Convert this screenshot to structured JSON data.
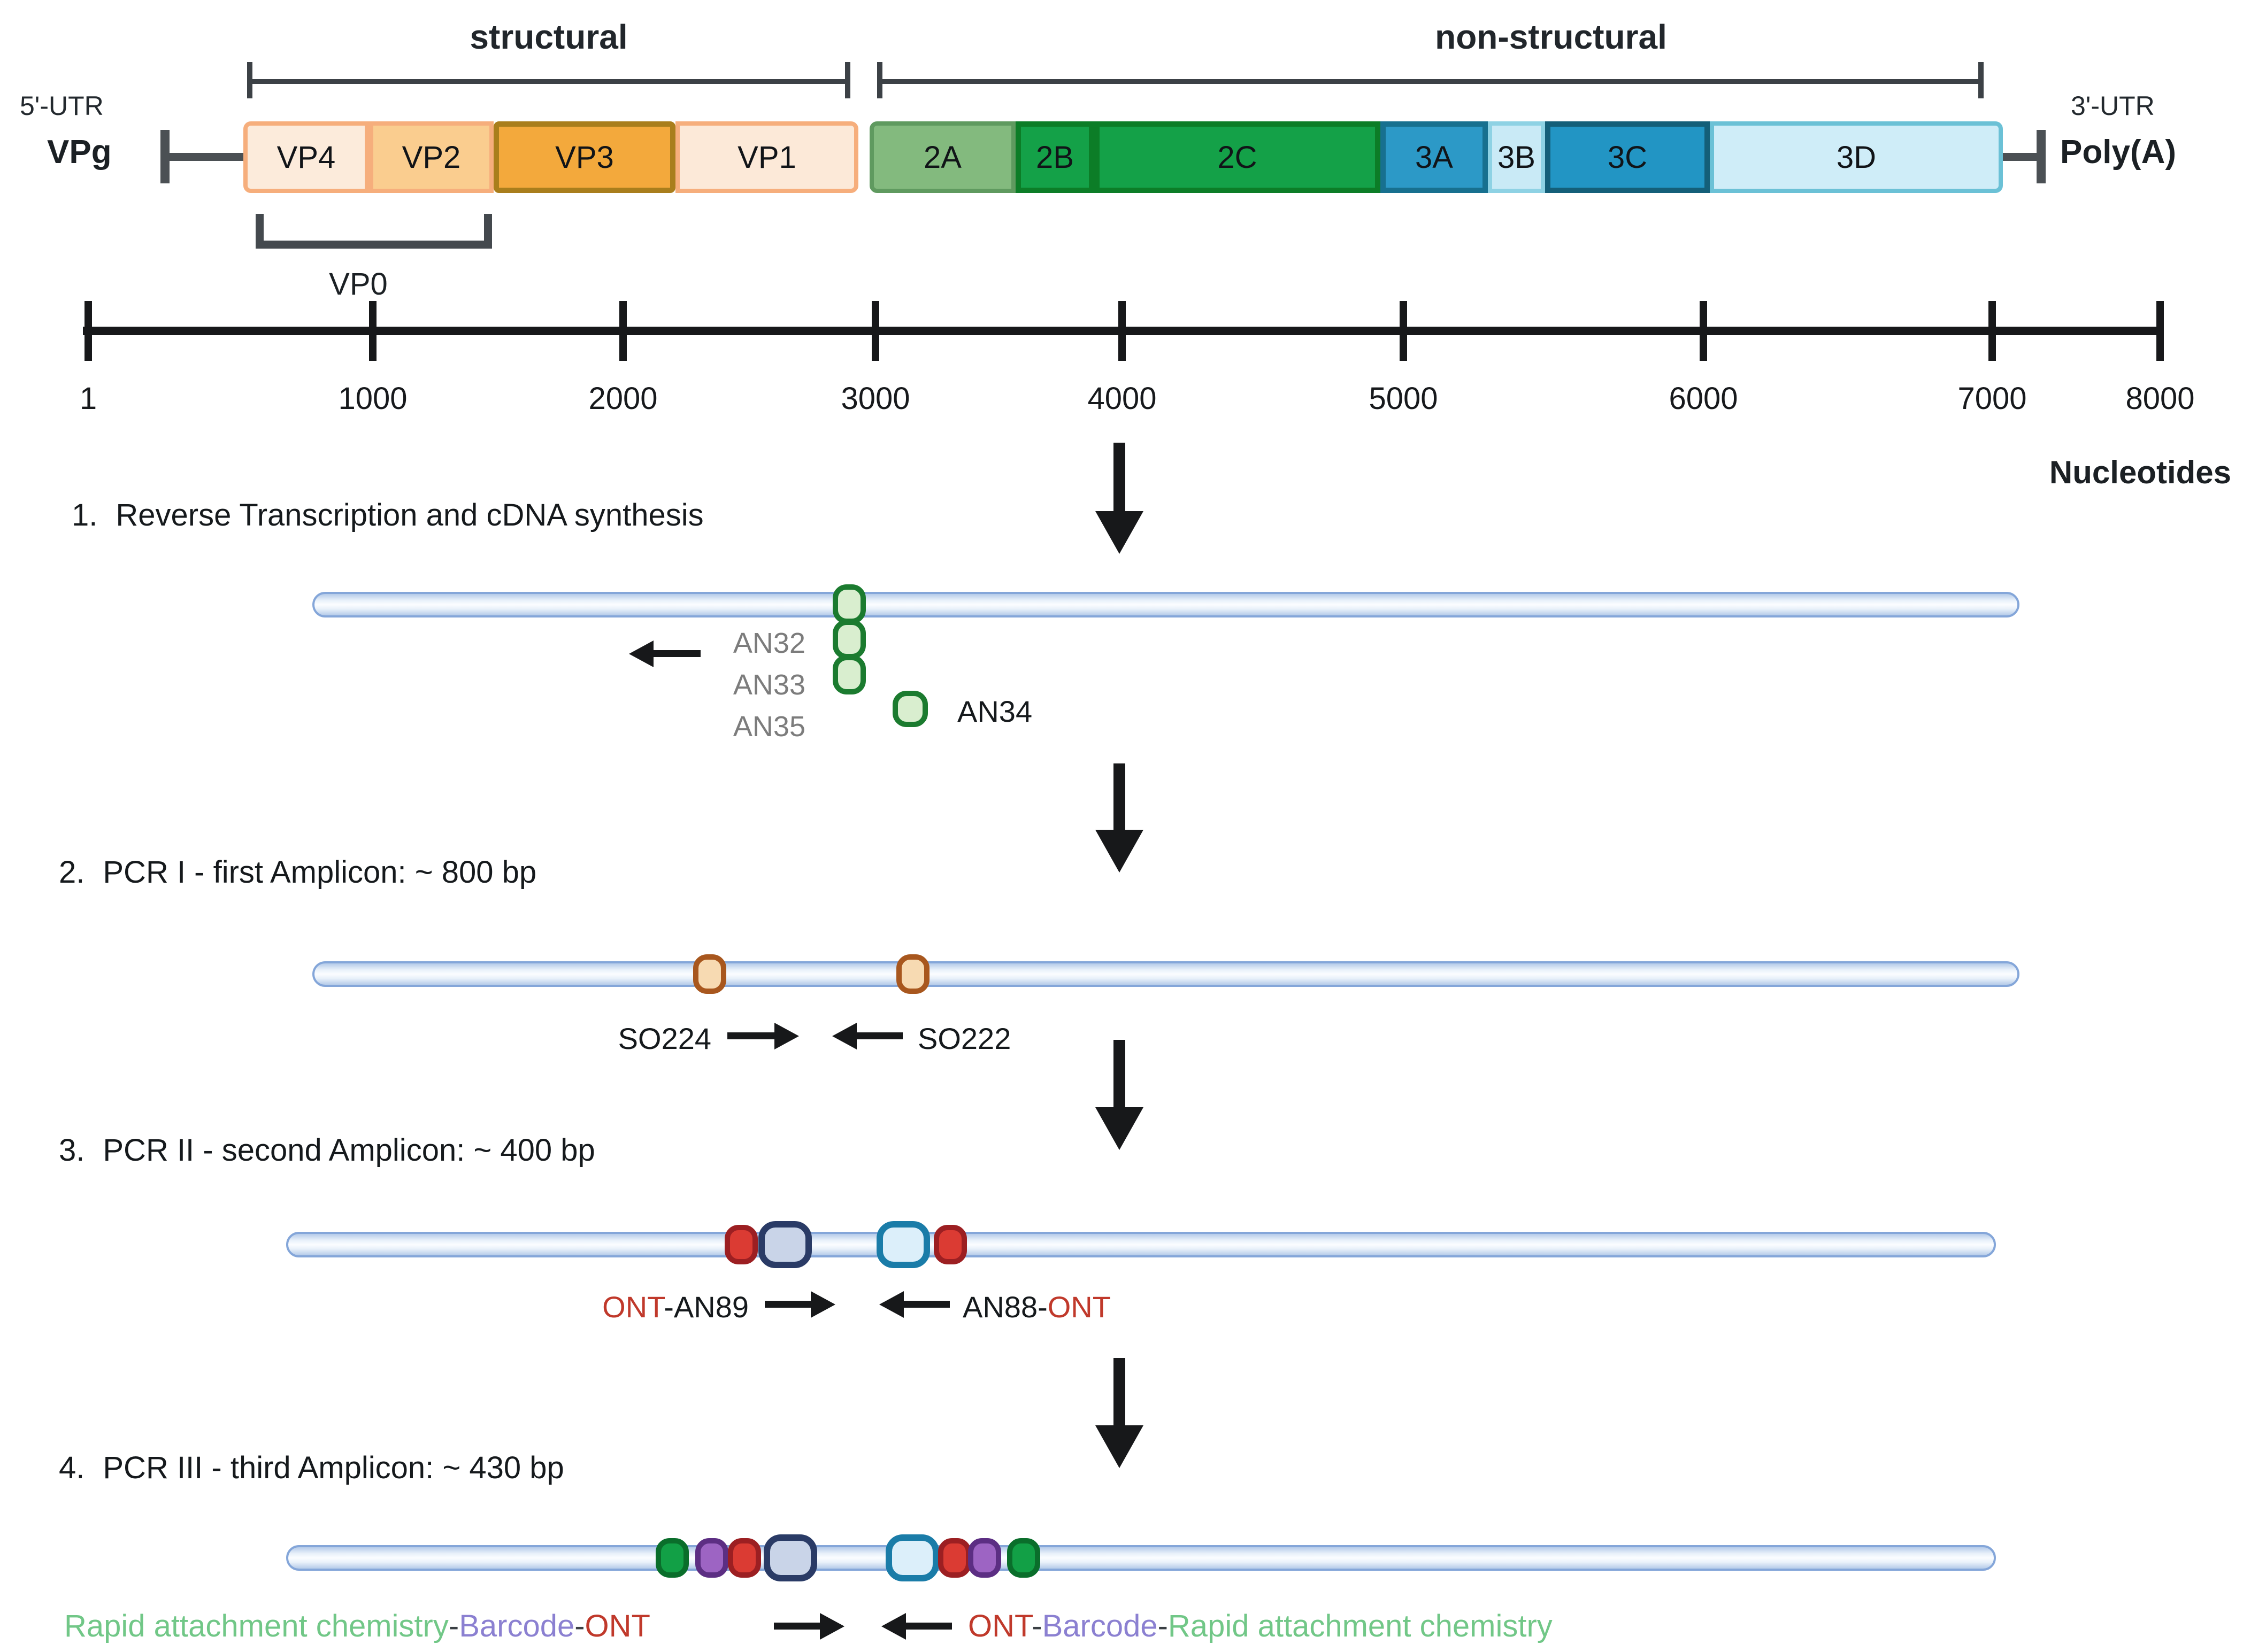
{
  "colors": {
    "ont_red": "#c0392b",
    "barcode_purple": "#8b80d1",
    "rapid_green": "#71c787",
    "primer_label_gray": "#7c7c7c",
    "tube_border_blue": "#84a6d9",
    "salmon_border": "#f6ae7c",
    "vp3_amber": "#f3a93c",
    "bright_green": "#14a148",
    "sage_green": "#83ba7e",
    "mid_blue": "#2c99c7",
    "light_cyan": "#cfedf8",
    "navy_oval": "#2a3b66",
    "red_oval": "#db3b33",
    "purple_oval": "#9d64c3",
    "tan_oval": "#f7dab2",
    "green_oval_fill": "#d9eecf"
  },
  "genome": {
    "bracket_structural": "structural",
    "bracket_non_structural": "non-structural",
    "utr5": "5'-UTR",
    "vpg": "VPg",
    "utr3": "3'-UTR",
    "polya": "Poly(A)",
    "vp0": "VP0",
    "segments": [
      {
        "label": "VP4"
      },
      {
        "label": "VP2"
      },
      {
        "label": "VP3"
      },
      {
        "label": "VP1"
      },
      {
        "label": "2A"
      },
      {
        "label": "2B"
      },
      {
        "label": "2C"
      },
      {
        "label": "3A"
      },
      {
        "label": "3B"
      },
      {
        "label": "3C"
      },
      {
        "label": "3D"
      }
    ]
  },
  "ruler": {
    "ticks": [
      "1",
      "1000",
      "2000",
      "3000",
      "4000",
      "5000",
      "6000",
      "7000",
      "8000"
    ],
    "axis_label": "Nucleotides"
  },
  "steps": [
    {
      "number": "1.",
      "title": "Reverse Transcription and cDNA synthesis"
    },
    {
      "number": "2.",
      "title": "PCR I - first Amplicon: ~ 800 bp"
    },
    {
      "number": "3.",
      "title": "PCR II - second Amplicon: ~ 400 bp"
    },
    {
      "number": "4.",
      "title": "PCR III - third Amplicon: ~ 430 bp"
    }
  ],
  "step1": {
    "primers_left": [
      "AN32",
      "AN33",
      "AN35"
    ],
    "primer_right": "AN34"
  },
  "step2": {
    "forward": "SO224",
    "reverse": "SO222"
  },
  "step3": {
    "fwd_ont": "ONT",
    "fwd_rest": "-AN89",
    "rev_rest": "AN88-",
    "rev_ont": "ONT"
  },
  "step4": {
    "left_rapid": "Rapid attachment chemistry",
    "left_sep1": "-",
    "left_barcode": "Barcode",
    "left_sep2": "-",
    "left_ont": "ONT",
    "right_ont": "ONT",
    "right_sep1": "-",
    "right_barcode": "Barcode",
    "right_sep2": "-",
    "right_rapid": "Rapid attachment chemistry"
  }
}
